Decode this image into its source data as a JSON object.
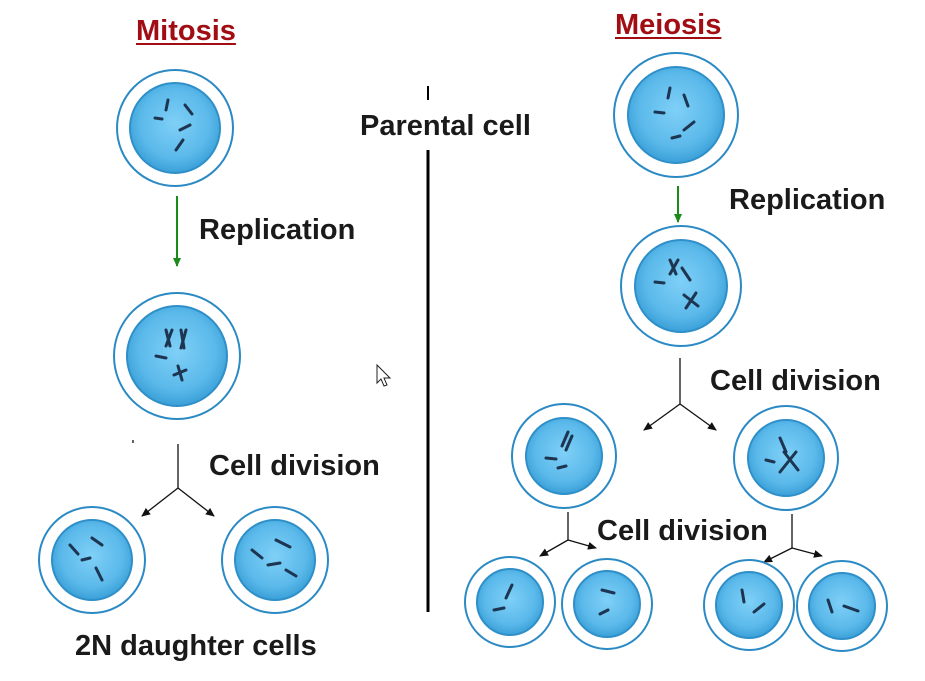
{
  "mitosis": {
    "title": "Mitosis",
    "replication_label": "Replication",
    "division_label": "Cell division",
    "result_label": "2N daughter cells"
  },
  "center": {
    "parental_label": "Parental cell"
  },
  "meiosis": {
    "title": "Meiosis",
    "replication_label": "Replication",
    "division1_label": "Cell division",
    "division2_label": "Cell division"
  },
  "colors": {
    "title": "#a10d12",
    "text": "#1a1a1a",
    "nucleus_fill": "#5bb9ea",
    "nucleus_edge": "#2e8fc9",
    "cell_outline": "#2b8ac4",
    "chromosome": "#1d3550",
    "replication_arrow": "#1a8c1a",
    "divider": "#000000"
  },
  "icons": {
    "cursor": "mouse-pointer-icon"
  }
}
